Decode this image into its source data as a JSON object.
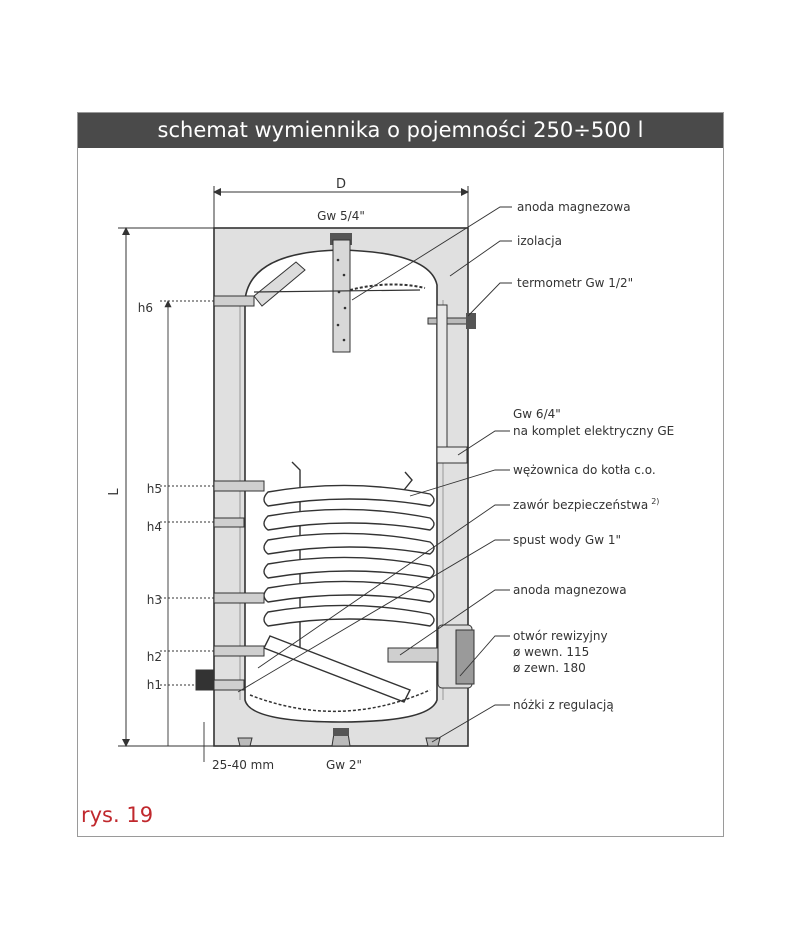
{
  "title": "schemat wymiennika o pojemności 250÷500 l",
  "figure_caption": "rys. 19",
  "dimensions": {
    "width": "D",
    "height": "L",
    "top_connection": "Gw 5/4\"",
    "bottom_connection": "Gw 2\"",
    "feet_adjust": "25-40 mm"
  },
  "heights": [
    "h6",
    "h5",
    "h4",
    "h3",
    "h2",
    "h1"
  ],
  "callouts": [
    {
      "lines": [
        "anoda magnezowa"
      ]
    },
    {
      "lines": [
        "izolacja"
      ]
    },
    {
      "lines": [
        "termometr Gw 1/2\""
      ]
    },
    {
      "lines": [
        "Gw 6/4\"",
        "na komplet elektryczny GE"
      ]
    },
    {
      "lines": [
        "wężownica do kotła c.o."
      ]
    },
    {
      "lines": [
        "zawór bezpieczeństwa"
      ],
      "sup": "2)"
    },
    {
      "lines": [
        "spust wody Gw 1\""
      ]
    },
    {
      "lines": [
        "anoda magnezowa"
      ]
    },
    {
      "lines": [
        "otwór rewizyjny",
        "ø wewn. 115",
        "ø zewn. 180"
      ]
    },
    {
      "lines": [
        "nóżki z regulacją"
      ]
    }
  ],
  "colors": {
    "insulation": "#e0e0e0",
    "outline": "#333333",
    "title_bg": "#4a4a4a",
    "caption": "#c0282d"
  }
}
